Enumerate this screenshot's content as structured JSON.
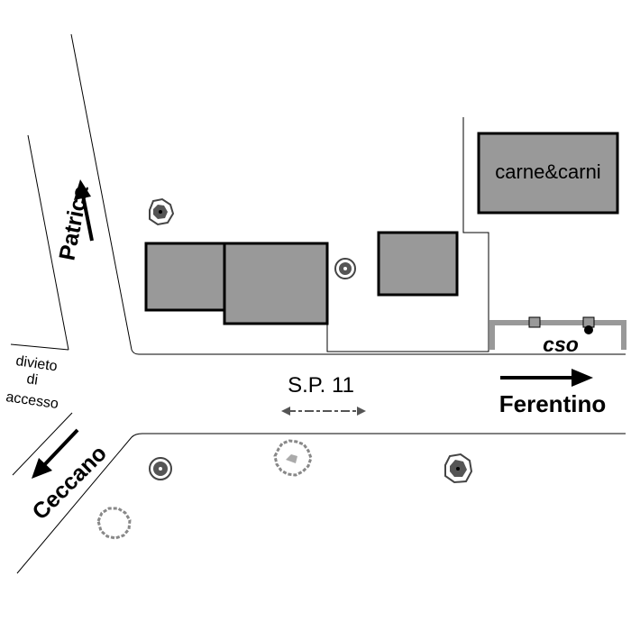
{
  "map": {
    "road_label": "S.P. 11",
    "directions": {
      "patrica": "Patrica",
      "ceccano": "Ceccano",
      "ferentino": "Ferentino"
    },
    "no_entry": [
      "divieto",
      "di",
      "accesso"
    ],
    "shop_label": "carne&carni",
    "site_label": "cso"
  },
  "colors": {
    "building_fill": "#999999",
    "outline": "#000000",
    "site_fence": "#999999",
    "tree_gray": "#888888",
    "tree_dark": "#555555",
    "background": "#ffffff"
  },
  "icons": [
    "tree-icon",
    "shrub-icon",
    "arrow-icon",
    "double-arrow-icon",
    "sensor-point-icon"
  ]
}
